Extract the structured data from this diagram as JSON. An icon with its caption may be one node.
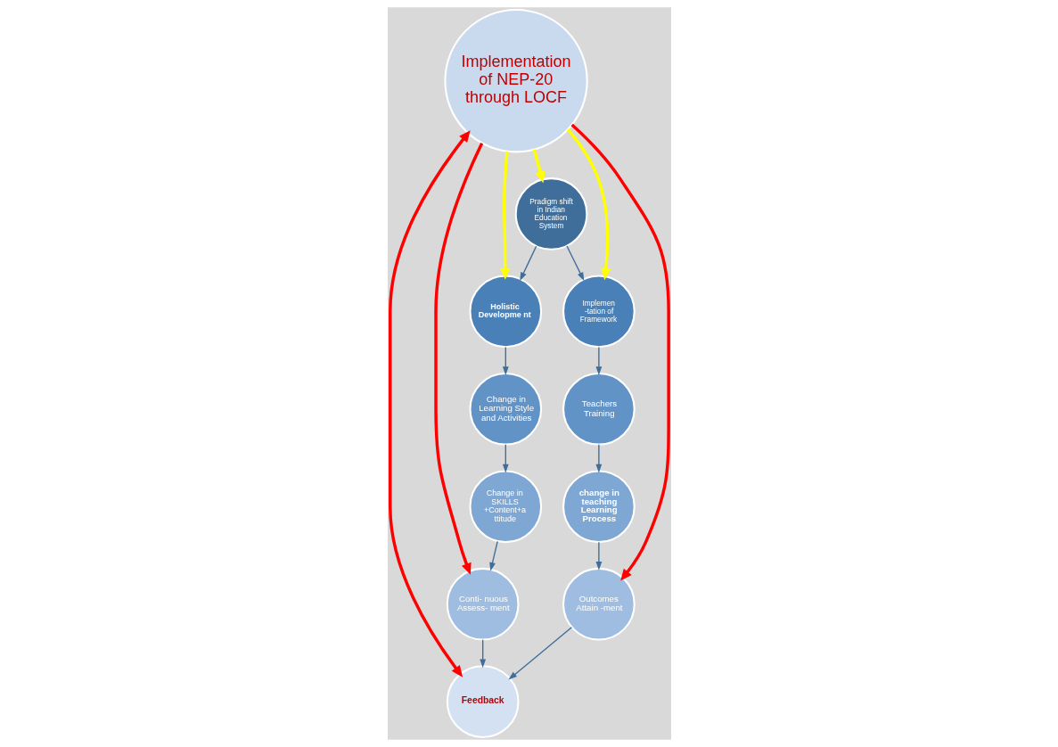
{
  "diagram": {
    "nodes": [
      {
        "text": [
          "Implementation of NEP-20 through LOCF"
        ]
      },
      {
        "text": [
          "Pradigm shift in Indian Education System"
        ]
      },
      {
        "text": [
          "Holistic Developme nt"
        ]
      },
      {
        "text": [
          "Change in Learning Style and Activities"
        ]
      },
      {
        "text": [
          "Change in SKILLS +Content+a ttitude"
        ]
      },
      {
        "text": [
          "Conti- nuous Assess- ment"
        ]
      },
      {
        "text": [
          "Feedback"
        ]
      },
      {
        "text": [
          "Outcomes Attain -ment"
        ]
      },
      {
        "text": [
          "change in teaching Learning Process"
        ]
      },
      {
        "text": [
          "Teachers Training"
        ]
      },
      {
        "text": [
          "Implemen -tation of Framework"
        ]
      }
    ],
    "edges": [
      {
        "from": 1,
        "to": 2,
        "arrow": "to"
      },
      {
        "from": 2,
        "to": 3,
        "arrow": "to"
      },
      {
        "from": 3,
        "to": 4,
        "arrow": "to"
      },
      {
        "from": 4,
        "to": 5,
        "arrow": "to"
      },
      {
        "from": 5,
        "to": 6,
        "arrow": "to"
      },
      {
        "from": 1,
        "to": 10,
        "arrow": "to"
      },
      {
        "from": 10,
        "to": 9,
        "arrow": "to"
      },
      {
        "from": 9,
        "to": 8,
        "arrow": "to"
      },
      {
        "from": 8,
        "to": 7,
        "arrow": "to"
      },
      {
        "from": 7,
        "to": 6,
        "arrow": "to"
      },
      {
        "from": 0,
        "to": 1,
        "arrow": "to",
        "style": "thick",
        "color": "#ffff00"
      },
      {
        "from": 0,
        "to": 10,
        "arrow": "to",
        "style": "thick",
        "color": "#ffff00"
      },
      {
        "from": 0,
        "to": 2,
        "arrow": "to",
        "style": "thick",
        "color": "#ffff00"
      },
      {
        "from": 0,
        "to": 6,
        "arrow": "both",
        "style": "thick",
        "color": "#ff0000"
      },
      {
        "from": 0,
        "to": 7,
        "arrow": "to",
        "style": "thick",
        "color": "#ff0000"
      },
      {
        "from": 0,
        "to": 5,
        "arrow": "to",
        "style": "thick",
        "color": "#ff0000"
      }
    ]
  }
}
